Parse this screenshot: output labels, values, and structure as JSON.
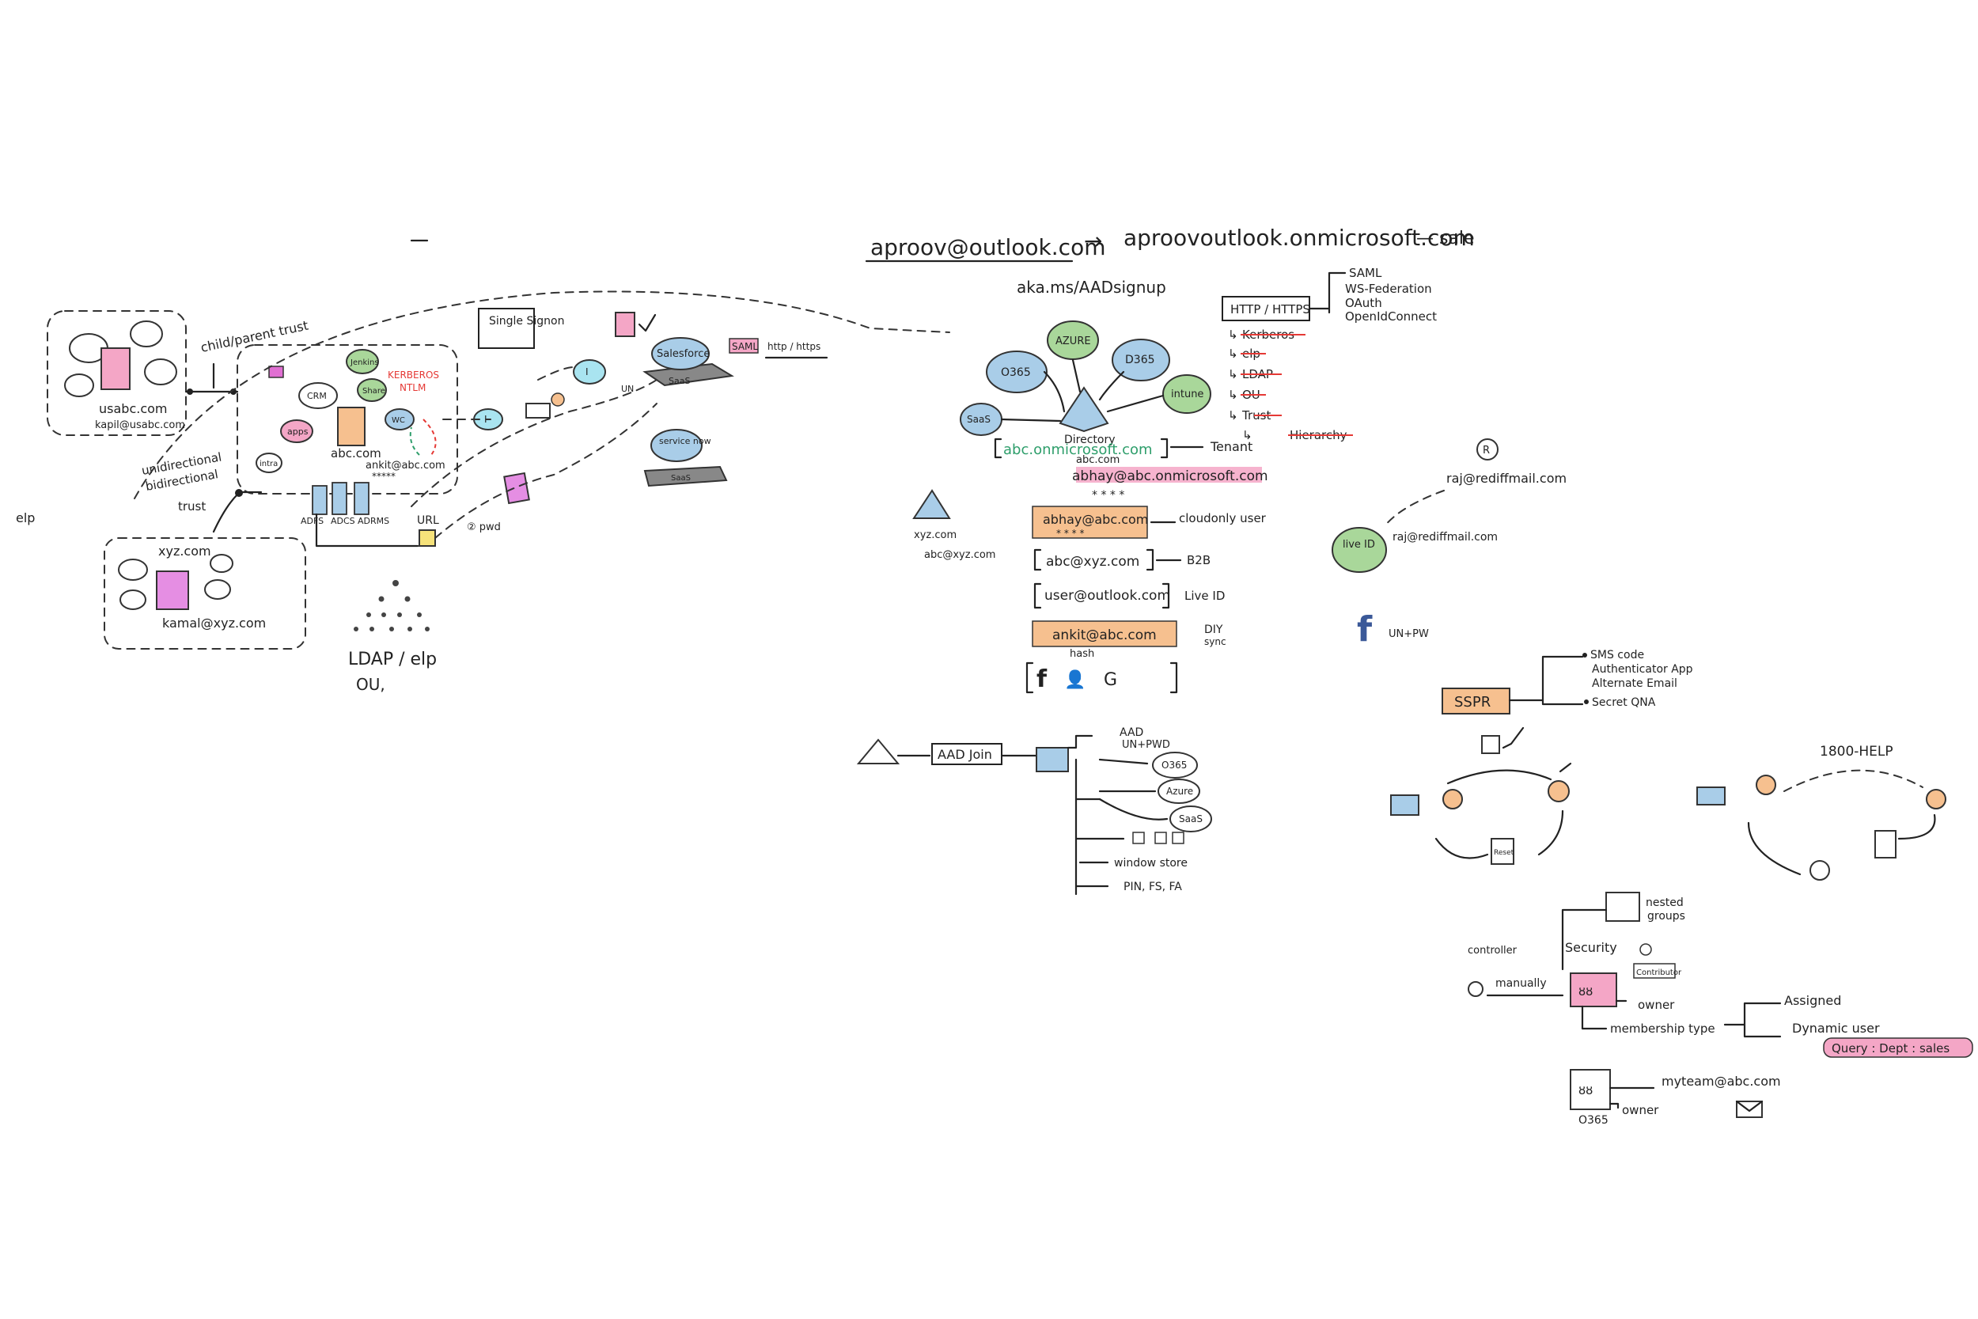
{
  "header": {
    "email_from": "aproov@outlook.com",
    "arrow": "→",
    "email_to": "aproovoutlook.onmicrosoft.com",
    "suffix": "— sale",
    "signup": "aka.ms/AADsignup"
  },
  "onprem": {
    "usabc": "usabc.com",
    "usabc_user": "kapil@usabc.com",
    "trust_label": "child/parent trust",
    "abc": "abc.com",
    "abc_user": "ankit@abc.com",
    "abc_pwd": "*****",
    "kerberos": "KERBEROS",
    "ntlm": "NTLM",
    "unidirectional": "unidirectional",
    "bidirectional": "bidirectional",
    "trust": "trust",
    "xyz": "xyz.com",
    "xyz_user": "kamal@xyz.com",
    "elp": "elp",
    "adfs1": "ADFS",
    "adfs2": "ADCS",
    "adfs3": "ADRMS",
    "url": "URL",
    "pwd": "② pwd",
    "ldap": "LDAP / elp",
    "ou": "OU,",
    "apps_cloud": "apps",
    "crm": "CRM",
    "intra": "intra",
    "jenkins": "Jenkins",
    "share": "Share",
    "wc": "WC"
  },
  "sso": {
    "single_signon": "Single Signon",
    "salesforce": "Salesforce",
    "saas": "SaaS",
    "servicenow": "service now",
    "saml": "SAML",
    "http": "http / https",
    "un": "UN",
    "i_label": "I"
  },
  "directory": {
    "clouds": [
      "O365",
      "AZURE",
      "D365",
      "intune",
      "SaaS"
    ],
    "title": "Directory",
    "tenant_domain": "abc.onmicrosoft.com",
    "custom_domain": "abc.com",
    "tenant": "Tenant",
    "user1": "abhay@abc.onmicrosoft.com",
    "stars": "* * * *",
    "user2": "abhay@abc.com",
    "user2_stars": "* * * *",
    "cloud_only": "cloudonly user",
    "user3": "abc@xyz.com",
    "b2b": "B2B",
    "user4": "user@outlook.com",
    "live": "Live ID",
    "user5": "ankit@abc.com",
    "hash": "hash",
    "diy": "DIY",
    "sync": "sync",
    "social": [
      "f",
      "👤",
      "G"
    ],
    "xyz_tenant": "xyz.com",
    "xyz_tenant_user": "abc@xyz.com"
  },
  "protocols": {
    "header": "HTTP / HTTPS",
    "list_left": [
      "Kerberos",
      "elp",
      "LDAP",
      "OU",
      "Trust",
      "Hierarchy"
    ],
    "list_right": [
      "SAML",
      "WS-Federation",
      "OAuth",
      "OpenIdConnect"
    ]
  },
  "live": {
    "r": "R",
    "email1": "raj@rediffmail.com",
    "email2": "raj@rediffmail.com",
    "live_id": "live ID",
    "unpwd": "UN+PW"
  },
  "join": {
    "aad_join": "AAD Join",
    "aad_unpwd": [
      "AAD",
      "UN+PWD"
    ],
    "apps": [
      "O365",
      "Azure",
      "SaaS"
    ],
    "store": "window store",
    "pin": "PIN, FS, FA"
  },
  "sspr": {
    "label": "SSPR",
    "options": [
      "SMS code",
      "Authenticator App",
      "Alternate Email",
      "Secret QNA"
    ],
    "helpdesk": "1800-HELP",
    "reset": "Reset"
  },
  "groups": {
    "nested": [
      "nested",
      "groups"
    ],
    "security": "Security",
    "contributor": "Contributor",
    "owner": "owner",
    "manual": "manually",
    "controller": "controller",
    "membership": "membership type",
    "assigned": "Assigned",
    "dynamic": "Dynamic user",
    "query": "Query : Dept : sales",
    "team_email": "myteam@abc.com",
    "o365": "O365",
    "group_owner": "owner"
  },
  "colors": {
    "pink": "#f4a6c6",
    "orange": "#f6c08f",
    "blue": "#a9cde8",
    "green": "#a9d79a",
    "magenta": "#e06fd2",
    "red": "#e53935",
    "teal": "#2e9e6b"
  }
}
